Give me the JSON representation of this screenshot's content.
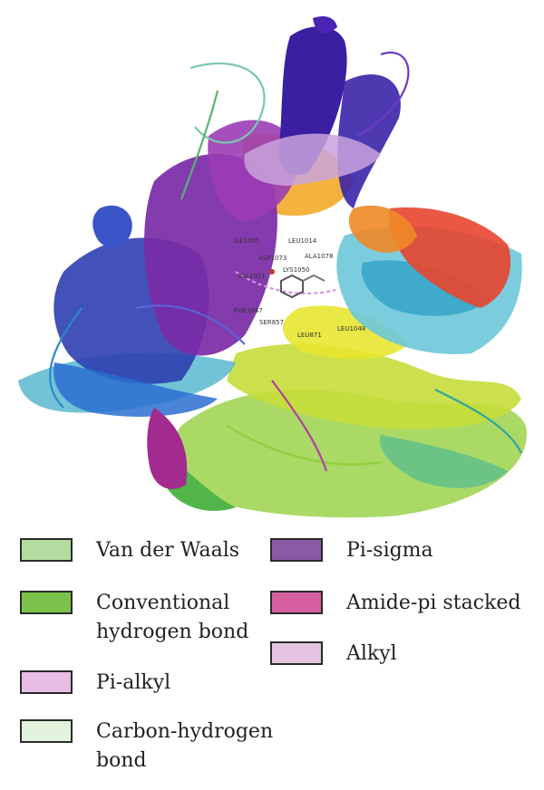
{
  "structure": {
    "residue_labels": [
      "ILE1005",
      "LEU1014",
      "ASP1073",
      "ALA1078",
      "VAL1011",
      "LYS1050",
      "PHE1047",
      "SER857",
      "LEU871",
      "LEU1048"
    ]
  },
  "legend": {
    "items": [
      {
        "label": "Van der Waals",
        "color": "#b4dba0"
      },
      {
        "label": "Conventional hydrogen bond",
        "color": "#7cc24a"
      },
      {
        "label": "Pi-alkyl",
        "color": "#e7bde6"
      },
      {
        "label": "Carbon-hydrogen bond",
        "color": "#e3f2dc"
      },
      {
        "label": "Pi-sigma",
        "color": "#8a5aa8"
      },
      {
        "label": "Amide-pi stacked",
        "color": "#d6609f"
      },
      {
        "label": "Alkyl",
        "color": "#e4c4e0"
      }
    ]
  }
}
